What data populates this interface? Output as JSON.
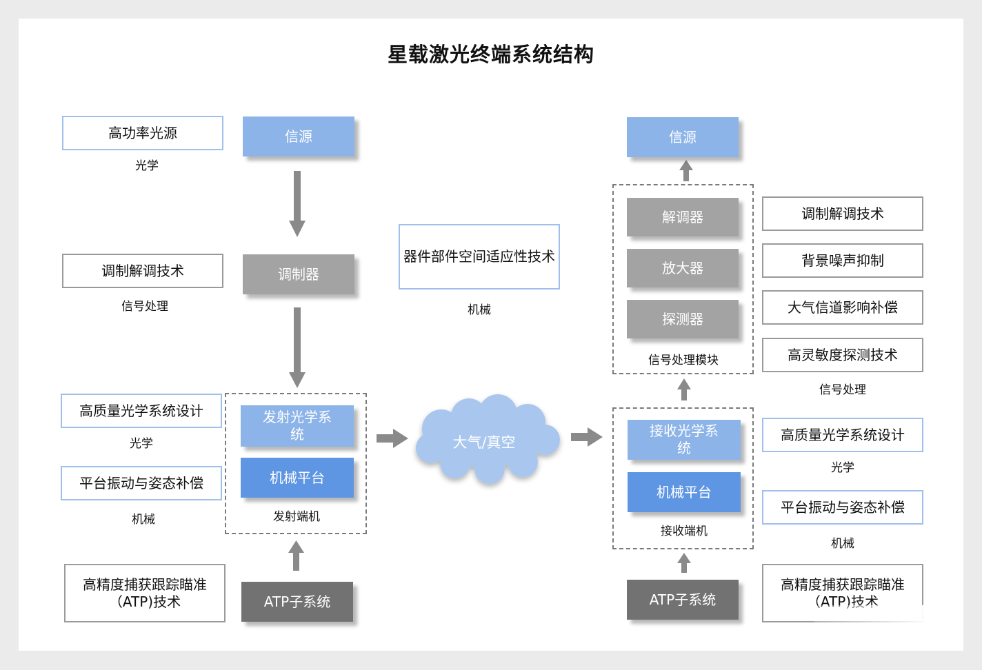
{
  "title": "星载激光终端系统结构",
  "transmitter": {
    "source": "信源",
    "modulator": "调制器",
    "optical_line1": "发射光学系",
    "optical_line2": "统",
    "platform": "机械平台",
    "group_label": "发射端机",
    "atp": "ATP子系统"
  },
  "medium": "大气/真空",
  "receiver": {
    "source": "信源",
    "demodulator": "解调器",
    "amplifier": "放大器",
    "detector": "探测器",
    "module_label": "信号处理模块",
    "optical_line1": "接收光学系",
    "optical_line2": "统",
    "platform": "机械平台",
    "group_label": "接收端机",
    "atp": "ATP子系统"
  },
  "left_tech": [
    {
      "label": "高功率光源",
      "caption": "光学"
    },
    {
      "label": "调制解调技术",
      "caption": "信号处理"
    },
    {
      "label": "高质量光学系统设计",
      "caption": "光学"
    },
    {
      "label": "平台振动与姿态补偿",
      "caption": "机械"
    },
    {
      "line1": "高精度捕获跟踪瞄准",
      "line2": "（ATP)技术"
    }
  ],
  "center_tech": {
    "line1": "器件部件空间",
    "line2": "适应性技术",
    "caption": "机械"
  },
  "right_tech": [
    {
      "label": "调制解调技术"
    },
    {
      "label": "背景噪声抑制"
    },
    {
      "label": "大气信道影响补偿"
    },
    {
      "label": "高灵敏度探测技术",
      "caption": "信号处理"
    },
    {
      "label": "高质量光学系统设计",
      "caption": "光学"
    },
    {
      "label": "平台振动与姿态补偿",
      "caption": "机械"
    },
    {
      "line1": "高精度捕获跟踪瞄准",
      "line2": "（ATP)技术"
    }
  ]
}
